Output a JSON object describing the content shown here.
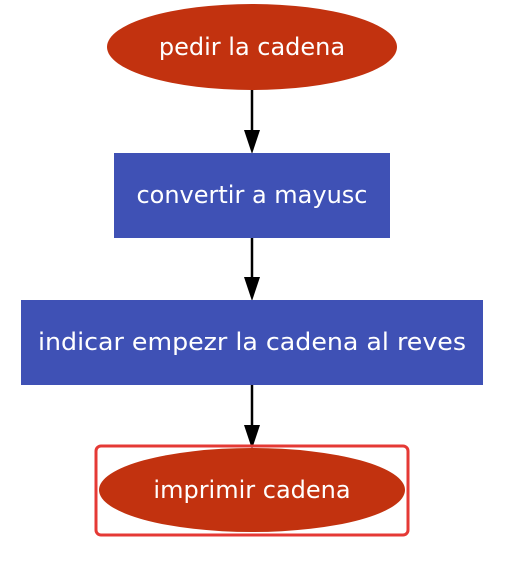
{
  "diagram": {
    "nodes": [
      {
        "id": "start",
        "shape": "ellipse",
        "label": "pedir la cadena",
        "color": "#c2320f"
      },
      {
        "id": "convert",
        "shape": "rect",
        "label": "convertir a mayusc",
        "color": "#3f51b5"
      },
      {
        "id": "reverse",
        "shape": "rect",
        "label": "indicar empezr la cadena al reves",
        "color": "#3f51b5"
      },
      {
        "id": "print",
        "shape": "ellipse",
        "label": "imprimir cadena",
        "color": "#c2320f",
        "selected": true
      }
    ],
    "edges": [
      {
        "from": "start",
        "to": "convert"
      },
      {
        "from": "convert",
        "to": "reverse"
      },
      {
        "from": "reverse",
        "to": "print"
      }
    ],
    "colors": {
      "arrow": "#000000",
      "selection_border": "#e53935",
      "label_text": "#ffffff"
    }
  }
}
